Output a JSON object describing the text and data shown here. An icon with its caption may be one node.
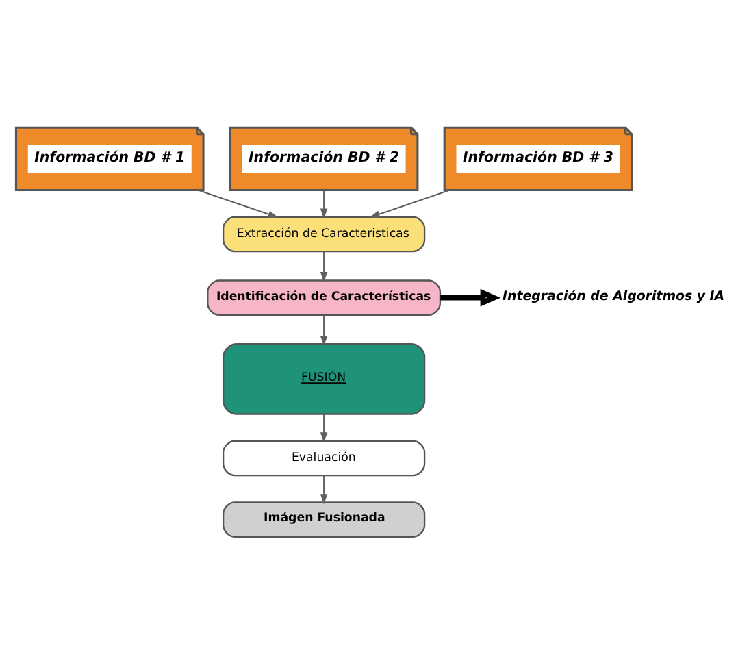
{
  "diagram": {
    "nodes": [
      {
        "text": [
          "Información BD # 1"
        ]
      },
      {
        "text": [
          "Información BD # 2"
        ]
      },
      {
        "text": [
          "Información BD # 3"
        ]
      },
      {
        "text": [
          "Extracción de Caracteristicas"
        ]
      },
      {
        "text": [
          "Identificación de Características"
        ]
      },
      {
        "text": [
          "FUSIÓN"
        ]
      },
      {
        "text": [
          "Evaluación"
        ]
      },
      {
        "text": [
          "Imágen Fusionada"
        ]
      },
      {
        "text": [
          "Integración de Algoritmos y IA"
        ]
      }
    ],
    "edges": [
      {
        "from": 0,
        "to": 3,
        "arrow": "to"
      },
      {
        "from": 1,
        "to": 3,
        "arrow": "to"
      },
      {
        "from": 2,
        "to": 3,
        "arrow": "to"
      },
      {
        "from": 3,
        "to": 4,
        "arrow": "to"
      },
      {
        "from": 4,
        "to": 5,
        "arrow": "to"
      },
      {
        "from": 5,
        "to": 6,
        "arrow": "to"
      },
      {
        "from": 6,
        "to": 7,
        "arrow": "to"
      },
      {
        "from": 4,
        "to": 8,
        "arrow": "to",
        "style": "thick",
        "color": "#000000"
      }
    ]
  }
}
